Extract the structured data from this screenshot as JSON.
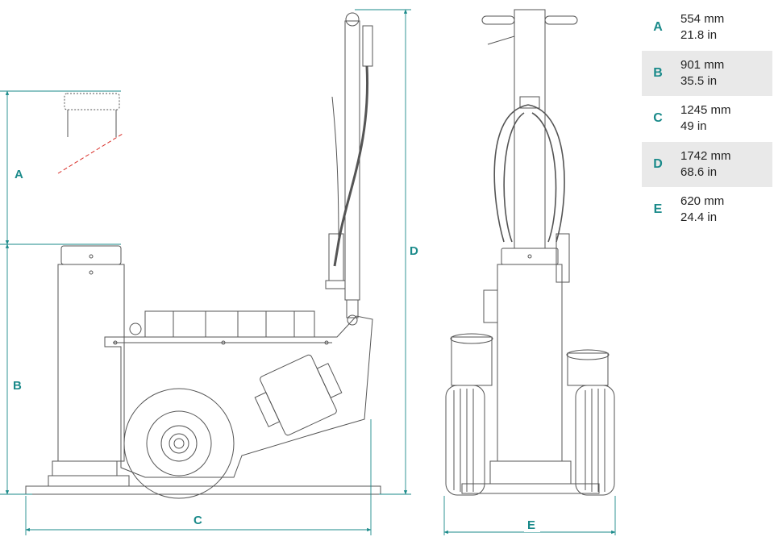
{
  "dimension_labels": {
    "a": "A",
    "b": "B",
    "c": "C",
    "d": "D",
    "e": "E"
  },
  "specs": [
    {
      "letter": "A",
      "mm": "554 mm",
      "inch": "21.8 in"
    },
    {
      "letter": "B",
      "mm": "901 mm",
      "inch": "35.5 in"
    },
    {
      "letter": "C",
      "mm": "1245 mm",
      "inch": "49 in"
    },
    {
      "letter": "D",
      "mm": "1742 mm",
      "inch": "68.6 in"
    },
    {
      "letter": "E",
      "mm": "620 mm",
      "inch": "24.4 in"
    }
  ],
  "colors": {
    "dimension": "#1a8a8a",
    "line": "#555555",
    "extension_line_accent": "#d9302a",
    "row_shade": "#e9e9e9"
  }
}
